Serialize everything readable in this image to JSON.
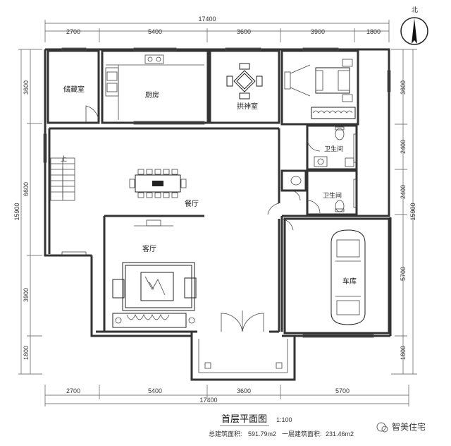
{
  "compass": {
    "label": "北"
  },
  "top_dims": {
    "total": "17400",
    "segments": [
      "2700",
      "5400",
      "3600",
      "3900",
      "1800"
    ]
  },
  "bottom_dims": {
    "total": "17400",
    "segments": [
      "2700",
      "5400",
      "3600",
      "5700"
    ]
  },
  "left_dims": {
    "total": "15900",
    "segments": [
      "3600",
      "6600",
      "3900",
      "1800"
    ]
  },
  "right_dims": {
    "total": "15900",
    "segments": [
      "3600",
      "2400",
      "2400",
      "5700",
      "1800"
    ]
  },
  "rooms": {
    "storage": "储藏室",
    "kitchen": "厨房",
    "worship": "拱神室",
    "bath1": "卫生间",
    "bath2": "卫生间",
    "dining": "餐厅",
    "living": "客厅",
    "garage": "车库",
    "stair": "上"
  },
  "title": {
    "main": "首层平面图",
    "scale": "1:100"
  },
  "areas": {
    "total_label": "总建筑面积:",
    "total_value": "591.79m2",
    "first_label": "一层建筑面积:",
    "first_value": "231.46m2"
  },
  "watermark": {
    "text": "智美住宅"
  }
}
